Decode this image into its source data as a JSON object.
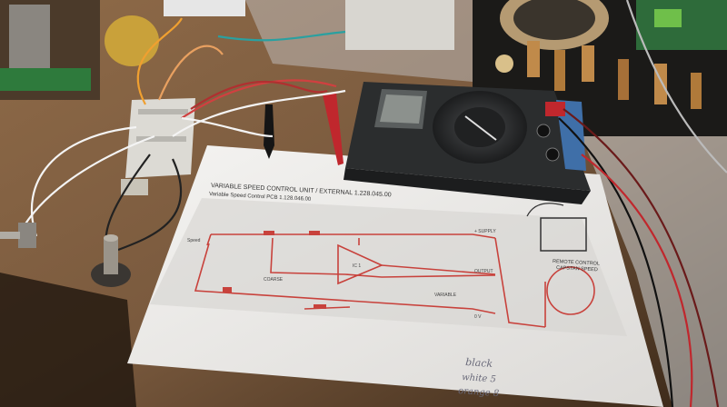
{
  "schematic": {
    "heading": "VARIABLE SPEED CONTROL UNIT / EXTERNAL   1.228.045.00",
    "subheading": "Variable Speed Control PCB   1.128.046.00",
    "remote_label_1": "REMOTE CONTROL",
    "remote_label_2": "CAPSTAN SPEED",
    "labels": {
      "speed": "Speed",
      "coarse": "COARSE",
      "variable": "VARIABLE",
      "ic": "IC 1",
      "supply": "+ SUPPLY",
      "output": "OUTPUT",
      "zero": "0 V"
    },
    "handwritten": {
      "line1": "black",
      "line2": "white  5",
      "line3": "orange  8"
    }
  },
  "colors": {
    "desk": "#7a5a3e",
    "paper": "#ecebea",
    "trace": "#c8423c",
    "meter_body": "#2b2d2e",
    "probe_red": "#c0272d"
  },
  "objects": {
    "multimeter": "multimeter",
    "potentiometer": "potentiometer",
    "toggle_switch": "toggle-switch",
    "breadboard": "breadboard"
  }
}
